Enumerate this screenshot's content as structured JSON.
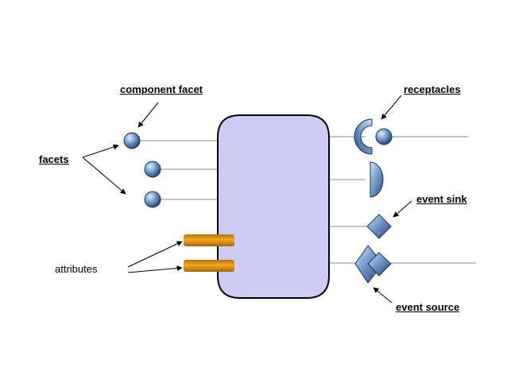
{
  "labels": {
    "component_facet": "component facet",
    "facets": "facets",
    "attributes": "attributes",
    "receptacles": "receptacles",
    "event_sink": "event sink",
    "event_source": "event source"
  },
  "colors": {
    "component_fill": "#ccccf5",
    "component_stroke": "#000000",
    "port_blue": "#4f7fb8",
    "attribute_orange": "#e49b16",
    "wire": "#808080"
  },
  "icons": {
    "facet": "sphere-icon",
    "receptacle": "half-cup-icon",
    "event_sink": "diamond-icon",
    "event_source": "double-diamond-icon",
    "attribute": "bar-icon"
  }
}
